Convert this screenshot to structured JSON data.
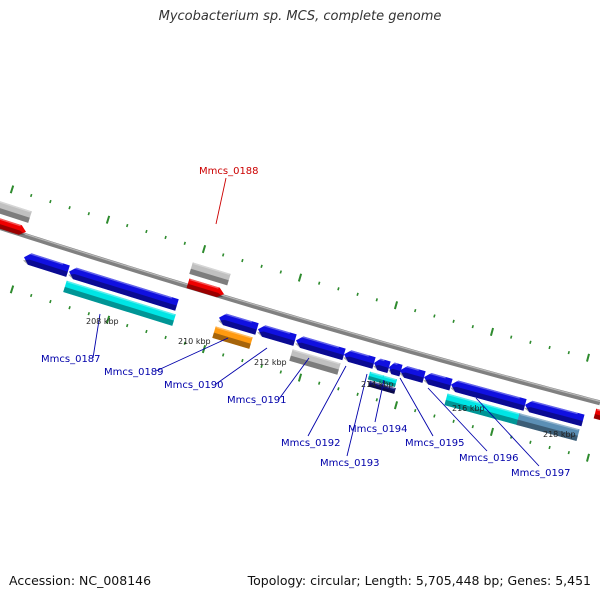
{
  "title": "Mycobacterium sp. MCS, complete genome",
  "footer": {
    "accession": "Accession: NC_008146",
    "summary": "Topology: circular; Length: 5,705,448 bp; Genes: 5,451"
  },
  "colors": {
    "backbone": "#808080",
    "tick": "#2e8b2e",
    "blue_gene": "#1010e0",
    "cyan_gene": "#00e5e5",
    "red_gene": "#ee0000",
    "gray_gene": "#c0c0c0",
    "orange_gene": "#ff9a10",
    "steel_gene": "#5b8fb5",
    "label_blue": "#0000aa",
    "label_red": "#cc0000"
  },
  "kbp_labels": [
    "208 kbp",
    "210 kbp",
    "212 kbp",
    "214 kbp",
    "216 kbp",
    "218 kbp"
  ],
  "gene_labels": [
    {
      "name": "Mmcs_0187",
      "color": "blue"
    },
    {
      "name": "Mmcs_0188",
      "color": "red"
    },
    {
      "name": "Mmcs_0189",
      "color": "blue"
    },
    {
      "name": "Mmcs_0190",
      "color": "blue"
    },
    {
      "name": "Mmcs_0191",
      "color": "blue"
    },
    {
      "name": "Mmcs_0192",
      "color": "blue"
    },
    {
      "name": "Mmcs_0193",
      "color": "blue"
    },
    {
      "name": "Mmcs_0194",
      "color": "blue"
    },
    {
      "name": "Mmcs_0195",
      "color": "blue"
    },
    {
      "name": "Mmcs_0196",
      "color": "blue"
    },
    {
      "name": "Mmcs_0197",
      "color": "blue"
    }
  ]
}
